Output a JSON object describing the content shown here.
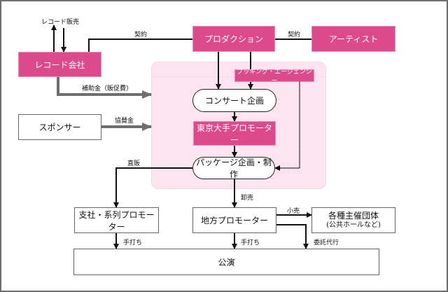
{
  "diagram": {
    "nodes": {
      "record_company": "レコード会社",
      "production": "プロダクション",
      "artist": "アーティスト",
      "booking_agency": "ブッキング・エージェンシー",
      "sponsor": "スポンサー",
      "concert_planning": "コンサート企画",
      "tokyo_major_promoter": "東京大手プロモーター",
      "package_planning": "パッケージ企画・制作",
      "branch_promoter": "支社・系列プロモーター",
      "local_promoter": "地方プロモーター",
      "organizers": "各種主催団体",
      "organizers_note": "(公共ホールなど)",
      "performance": "公演"
    },
    "edge_labels": {
      "record_sales": "レコード販売",
      "contract_left": "契約",
      "contract_right": "契約",
      "subsidy": "補助金（販促費）",
      "sponsorship": "協賛金",
      "direct_sales": "直販",
      "wholesale": "卸売",
      "retail": "小売",
      "self_run_branch": "手打ち",
      "self_run_local": "手打ち",
      "consignment": "委託代行"
    },
    "colors": {
      "accent_pink": "#dc4a8c",
      "zone_pink": "#fde4ee",
      "gray_arrow": "#6e6e6e"
    }
  }
}
